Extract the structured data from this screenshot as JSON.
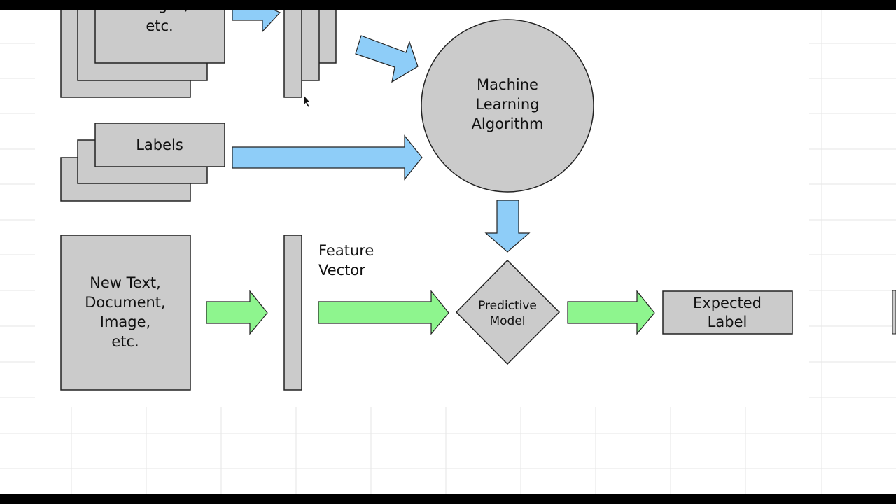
{
  "diagram": {
    "training_docs_label": [
      "Images,",
      "etc."
    ],
    "labels_box": "Labels",
    "ml_algorithm": [
      "Machine",
      "Learning",
      "Algorithm"
    ],
    "new_input": [
      "New Text,",
      "Document,",
      "Image,",
      "etc."
    ],
    "feature_vector": [
      "Feature",
      "Vector"
    ],
    "predictive_model": [
      "Predictive",
      "Model"
    ],
    "expected_label": [
      "Expected",
      "Label"
    ]
  },
  "colors": {
    "training_arrow": "#8ecdf8",
    "prediction_arrow": "#8ef58e",
    "shape_fill": "#cbcbcb",
    "outline": "#222222",
    "grid": "#e6e6e6"
  }
}
